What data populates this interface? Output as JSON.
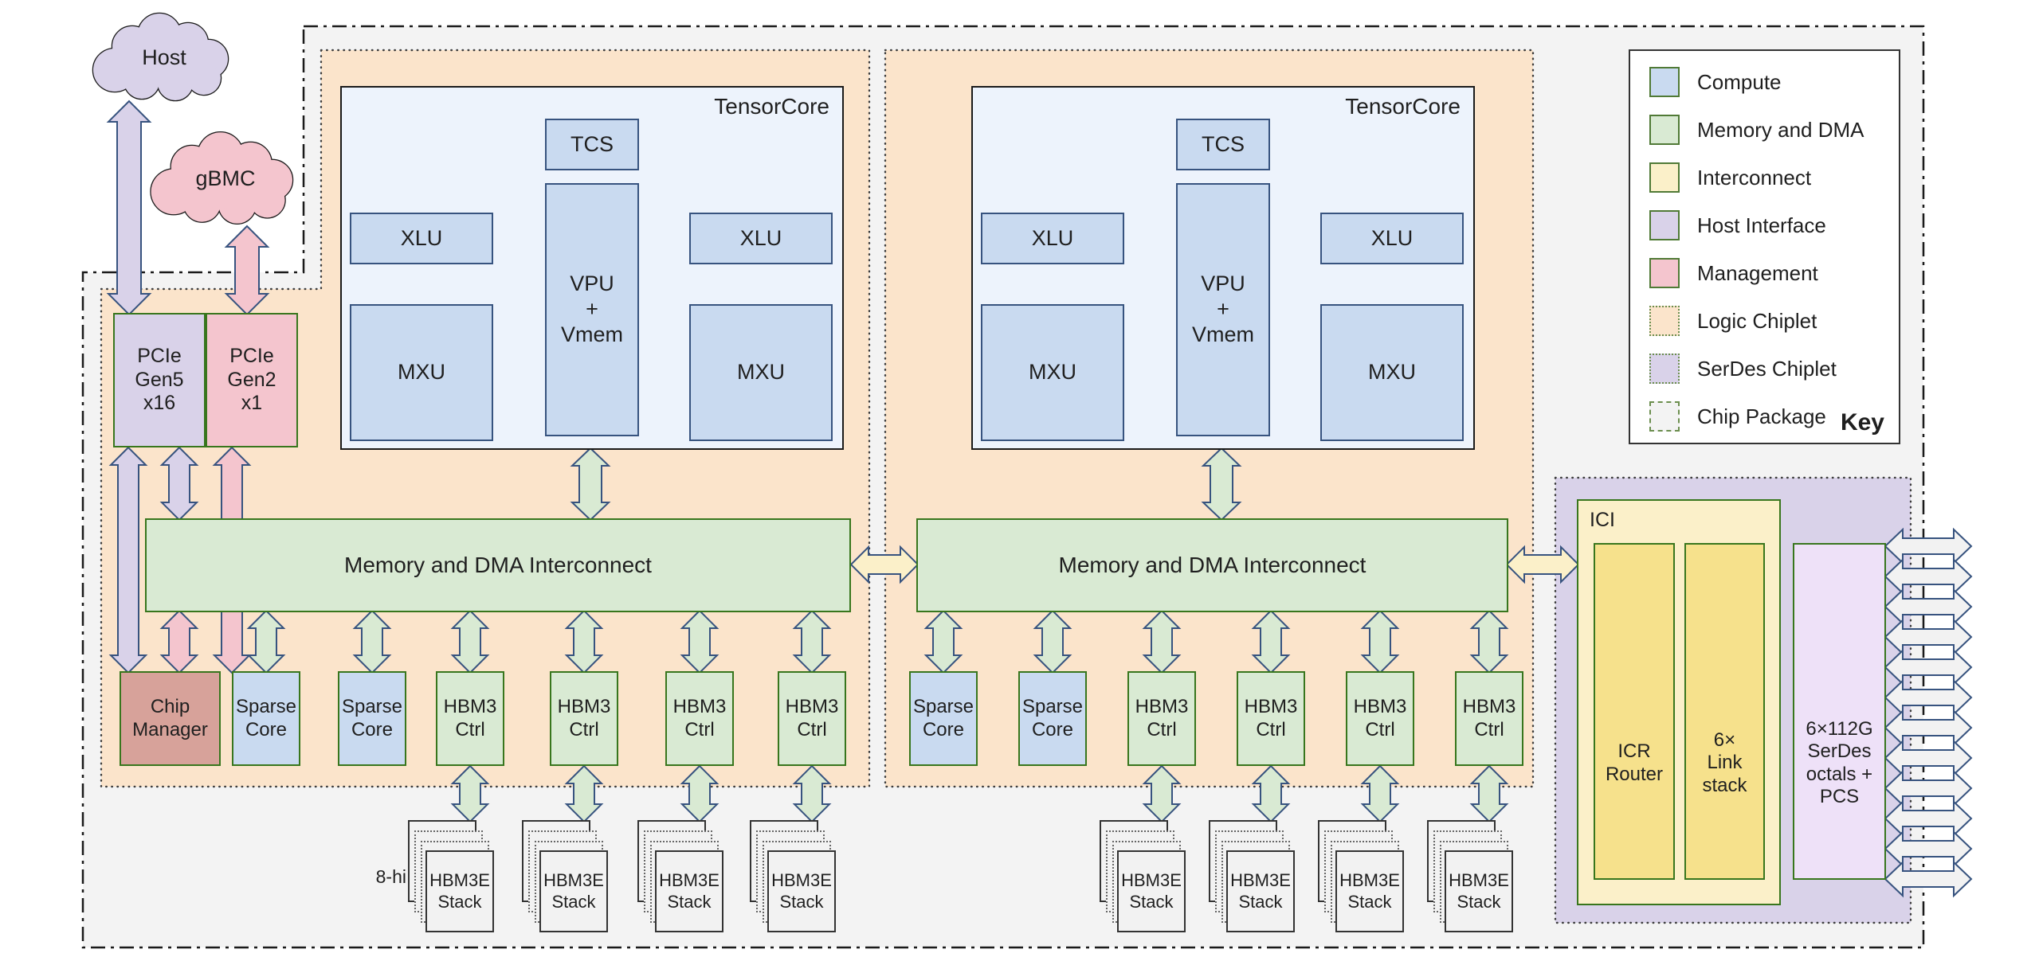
{
  "colors": {
    "compute": "#c9daf0",
    "compute_border": "#37537f",
    "memory": "#d9ead3",
    "memory_border": "#38761d",
    "interconnect": "#fbf0c9",
    "interconnect_inner": "#f6e18c",
    "host_interface": "#d9d2e9",
    "management": "#f4c5ce",
    "chip_manager": "#d7a29a",
    "logic_chiplet": "#fbe4cb",
    "serdes_chiplet": "#d9d2e9",
    "serdes_box": "#eee1f8",
    "package": "#f3f3f3",
    "stack": "#f2f2f2",
    "tensorcore_bg": "#edf3fc",
    "arrow_outline": "#37537f"
  },
  "clouds": {
    "host": "Host",
    "gbmc": "gBMC"
  },
  "pcie": {
    "gen5": "PCIe\nGen5\nx16",
    "gen2": "PCIe\nGen2\nx1"
  },
  "tensorcore": {
    "title": "TensorCore",
    "tcs": "TCS",
    "xlu": "XLU",
    "vpu": "VPU\n+\nVmem",
    "mxu": "MXU"
  },
  "interconnect_label": "Memory and DMA Interconnect",
  "blocks": {
    "chip_manager": "Chip\nManager",
    "sparse_core": "Sparse\nCore",
    "hbm3_ctrl": "HBM3\nCtrl",
    "hbm3e_stack": "HBM3E\nStack",
    "stack_height_note": "8-hi"
  },
  "ici": {
    "title": "ICI",
    "icr_router": "ICR\nRouter",
    "link_stack": "6×\nLink\nstack",
    "serdes": "6×112G\nSerDes\noctals +\nPCS"
  },
  "legend": {
    "title": "Key",
    "items": [
      {
        "label": "Compute"
      },
      {
        "label": "Memory and DMA"
      },
      {
        "label": "Interconnect"
      },
      {
        "label": "Host Interface"
      },
      {
        "label": "Management"
      },
      {
        "label": "Logic Chiplet"
      },
      {
        "label": "SerDes Chiplet"
      },
      {
        "label": "Chip Package"
      }
    ]
  }
}
